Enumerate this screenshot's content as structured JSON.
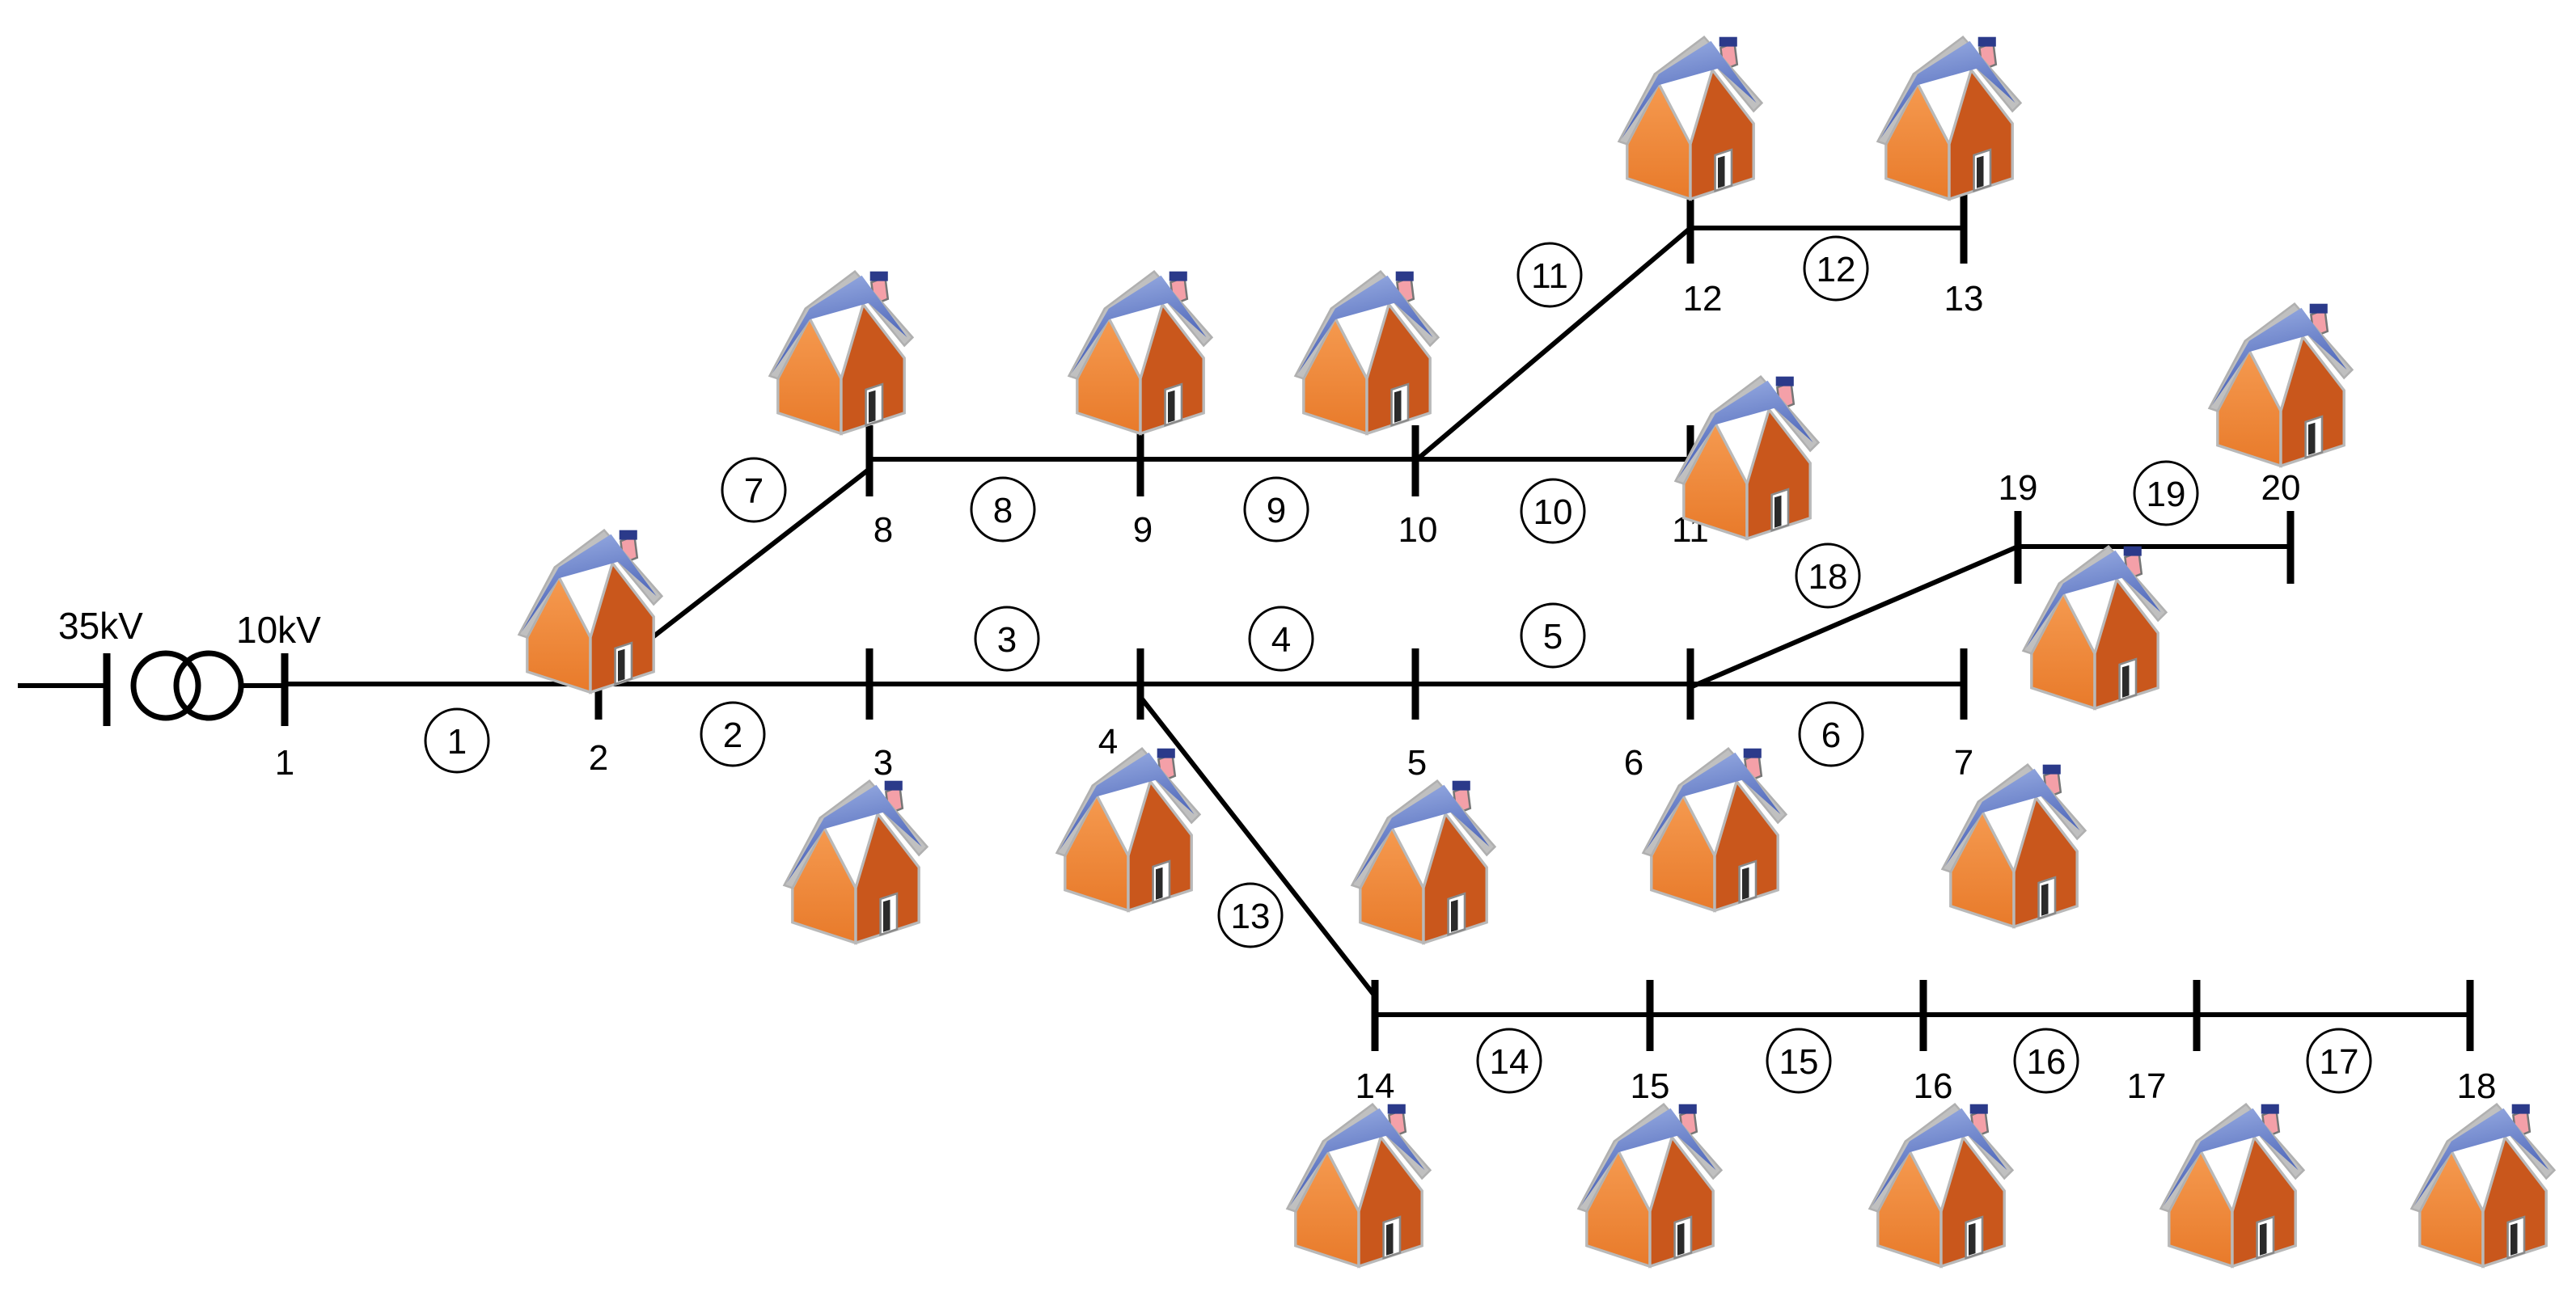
{
  "voltages": {
    "high": "35kV",
    "low": "10kV"
  },
  "buses": [
    "1",
    "2",
    "3",
    "4",
    "5",
    "6",
    "7",
    "8",
    "9",
    "10",
    "11",
    "12",
    "13",
    "14",
    "15",
    "16",
    "17",
    "18",
    "19",
    "20"
  ],
  "branches": [
    "1",
    "2",
    "3",
    "4",
    "5",
    "6",
    "7",
    "8",
    "9",
    "10",
    "11",
    "12",
    "13",
    "14",
    "15",
    "16",
    "17",
    "18",
    "19"
  ],
  "colors": {
    "line": "#000000",
    "roof_top": "#8fa6e0",
    "roof_bottom": "#4a64b8",
    "wall_front": "#f08a3c",
    "wall_side": "#c8581a",
    "chimney": "#f4a0a8"
  },
  "icons": {
    "transformer": "transformer-icon",
    "house": "house-icon"
  }
}
